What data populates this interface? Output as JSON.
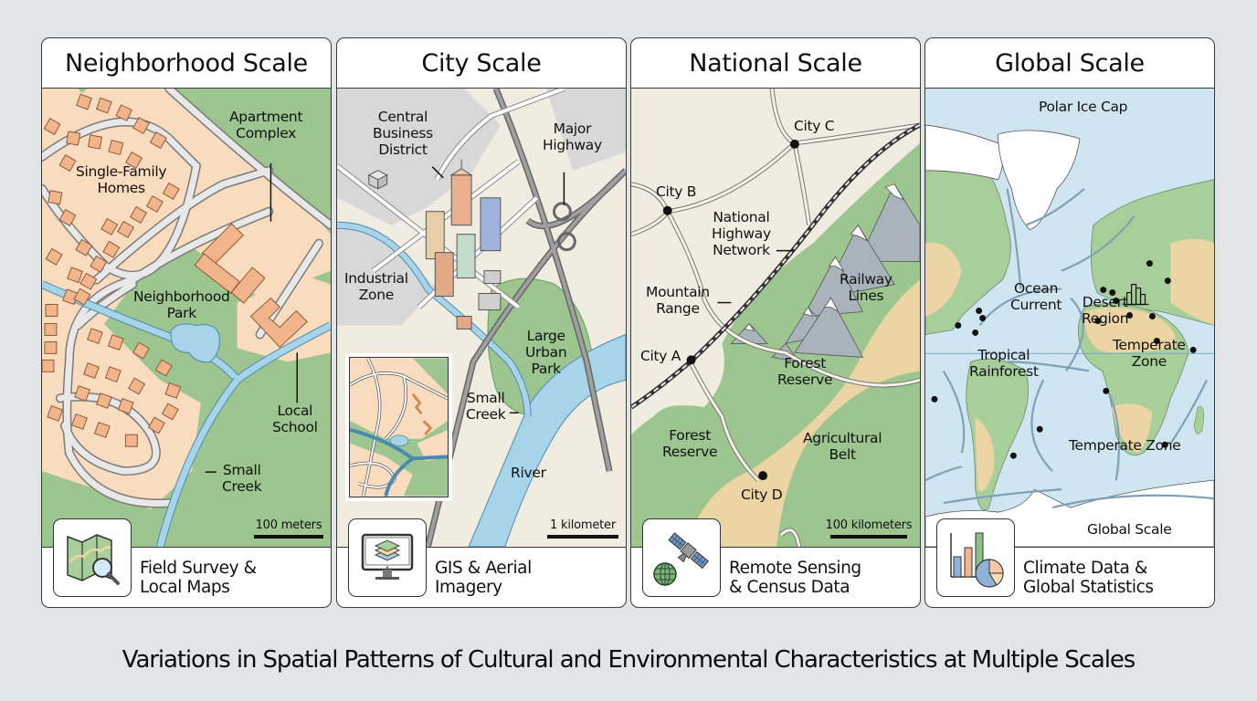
{
  "main_title": "Variations in Spatial Patterns of Cultural and Environmental Characteristics at Multiple Scales",
  "colors": {
    "background": "#e1e5e8",
    "residential": "#f9dcbd",
    "building": "#f2b48a",
    "green": "#9cc58f",
    "water": "#a8d4ea",
    "urban_gray": "#d8d8d8",
    "land_beige": "#f0ece0",
    "agricultural": "#ecd4a4",
    "mountain": "#a9b3bb",
    "ocean": "#cfe6f1"
  },
  "panels": [
    {
      "title": "Neighborhood Scale",
      "labels": {
        "apartment": "Apartment\nComplex",
        "homes": "Single-Family\nHomes",
        "park": "Neighborhood\nPark",
        "school": "Local\nSchool",
        "creek": "Small\nCreek"
      },
      "scale": "100 meters",
      "icon": "folded-map-magnifier-icon",
      "method": "Field Survey &\nLocal Maps"
    },
    {
      "title": "City Scale",
      "labels": {
        "cbd": "Central\nBusiness\nDistrict",
        "highway": "Major\nHighway",
        "industrial": "Industrial\nZone",
        "park": "Large\nUrban\nPark",
        "creek": "Small\nCreek",
        "river": "River"
      },
      "scale": "1 kilometer",
      "icon": "monitor-layers-icon",
      "method": "GIS & Aerial\nImagery"
    },
    {
      "title": "National Scale",
      "labels": {
        "city_c": "City C",
        "city_b": "City B",
        "highway": "National\nHighway\nNetwork",
        "railway": "Railway\nLines",
        "mountain": "Mountain\nRange",
        "city_a": "City A",
        "forest1": "Forest\nReserve",
        "forest2": "Forest\nReserve",
        "agri": "Agricultural\nBelt",
        "city_d": "City D"
      },
      "scale": "100 kilometers",
      "icon": "satellite-globe-icon",
      "method": "Remote Sensing\n& Census Data"
    },
    {
      "title": "Global Scale",
      "labels": {
        "polar": "Polar Ice Cap",
        "ocean": "Ocean\nCurrent",
        "desert": "Desert\nRegion",
        "tropical": "Tropical\nRainforest",
        "temperate1": "Temperate\nZone",
        "temperate2": "Temperate Zone",
        "global": "Global Scale"
      },
      "icon": "bar-pie-chart-icon",
      "method": "Climate Data &\nGlobal Statistics"
    }
  ]
}
